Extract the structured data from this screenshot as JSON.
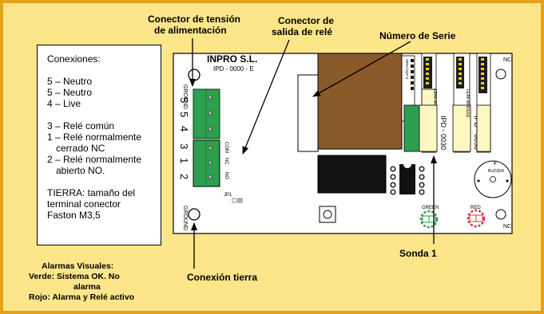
{
  "callouts": {
    "power_connector": [
      "Conector de tensión",
      "de alimentación"
    ],
    "relay_connector": [
      "Conector de",
      "salida de relé"
    ],
    "serial_number": "Número de Serie",
    "probe": "Sonda 1",
    "ground_connection": "Conexión tierra"
  },
  "connections_box": {
    "title": "Conexiones:",
    "lines_power": [
      "5 – Neutro",
      "5 – Neutro",
      "4 – Live"
    ],
    "lines_relay": [
      "3 – Relé común",
      "1 – Relé normalmente",
      "cerrado NC",
      "2 – Relé normalmente",
      "abierto NO."
    ],
    "lines_ground": [
      "TIERRA: tamaño del",
      "terminal conector",
      "Faston M3,5"
    ]
  },
  "alarms": {
    "title": "Alarmas Visuales:",
    "green_line1": "Verde: Sistema OK. No",
    "green_line2": "alarma",
    "red": "Rojo: Alarma y Relé activo"
  },
  "board": {
    "company": "INPRO S.L.",
    "model": "IPD - 0000 - E",
    "ground_top": "GROUND",
    "ground_bottom": "GROUND",
    "nc_top": "NC",
    "nc_bottom": "NC",
    "terminal_numbers": [
      "5",
      "5",
      "4",
      "3",
      "1",
      "2"
    ],
    "relay_labels": [
      "COM",
      "NC",
      "NO"
    ],
    "jumper": "JP1",
    "sensor_label_1": "IPD - 0030",
    "sensor_label_2": "IPD - 0030",
    "header_label_1": "WRN-4QP-3",
    "header_label_2": "LEAK MODULE",
    "header_label_3": "LEAK MODULE",
    "buzzer": "BUZZER",
    "buzzer_plus": "+",
    "led_green": "GREEN",
    "led_red": "RED"
  },
  "colors": {
    "frame": "#e8a21a",
    "background": "#fde68a",
    "terminal": "#2e9e4f",
    "relay": "#8b5a2b",
    "sensor": "#fff7c2",
    "led_green": "#2e9e4f",
    "led_red": "#d9363e"
  }
}
